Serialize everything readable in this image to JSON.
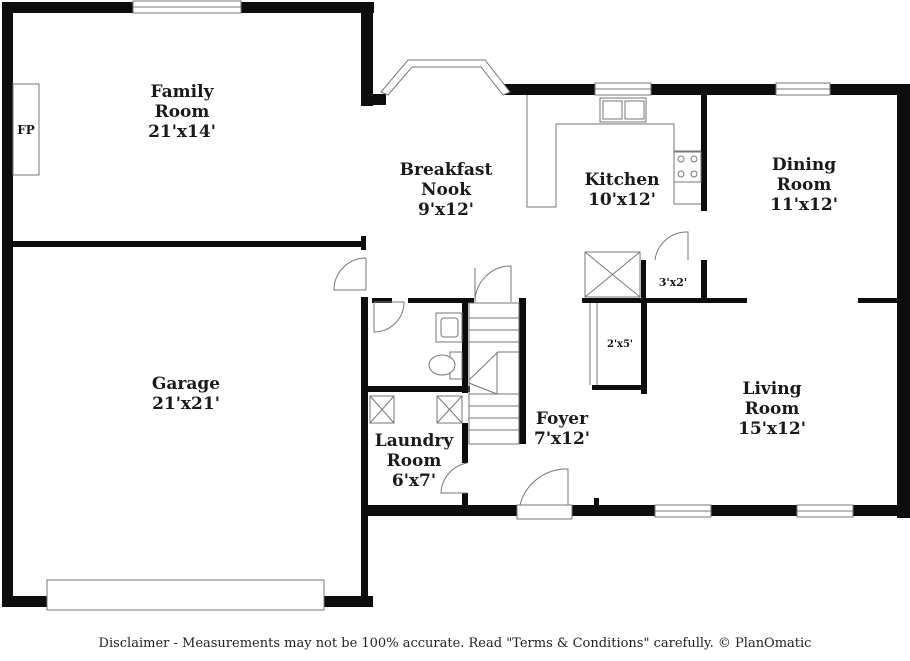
{
  "rooms": {
    "family": {
      "name_line1": "Family",
      "name_line2": "Room",
      "size": "21'x14'"
    },
    "fireplace": {
      "label": "FP"
    },
    "breakfast": {
      "name_line1": "Breakfast",
      "name_line2": "Nook",
      "size": "9'x12'"
    },
    "kitchen": {
      "name": "Kitchen",
      "size": "10'x12'"
    },
    "dining": {
      "name_line1": "Dining",
      "name_line2": "Room",
      "size": "11'x12'"
    },
    "garage": {
      "name": "Garage",
      "size": "21'x21'"
    },
    "pantry": {
      "size": "3'x2'"
    },
    "closet": {
      "size": "2'x5'"
    },
    "living": {
      "name_line1": "Living",
      "name_line2": "Room",
      "size": "15'x12'"
    },
    "foyer": {
      "name": "Foyer",
      "size": "7'x12'"
    },
    "laundry": {
      "name_line1": "Laundry",
      "name_line2": "Room",
      "size": "6'x7'"
    }
  },
  "disclaimer": "Disclaimer - Measurements may not be 100% accurate. Read \"Terms & Conditions\" carefully. © PlanOmatic"
}
